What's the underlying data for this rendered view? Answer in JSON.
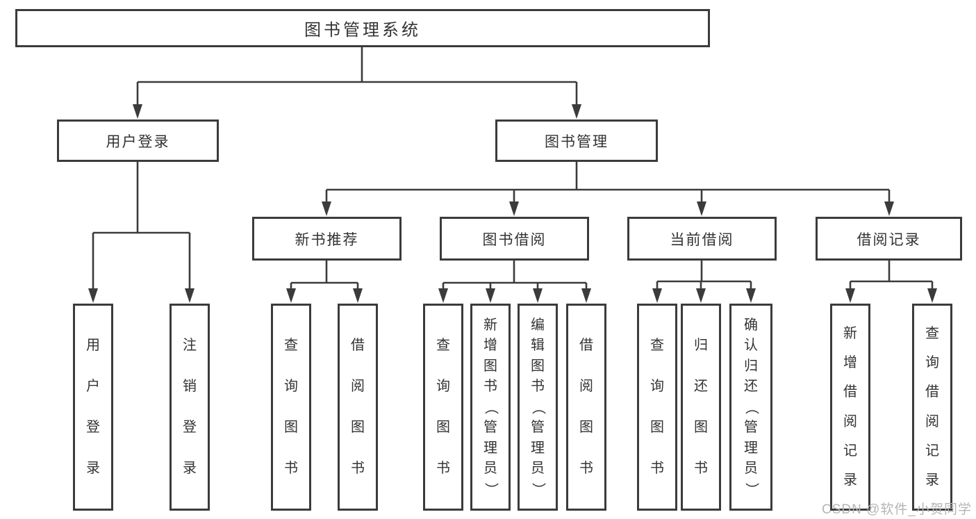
{
  "diagram": {
    "root": {
      "label": "图书管理系统"
    },
    "level2": {
      "user_login": {
        "label": "用户登录"
      },
      "book_management": {
        "label": "图书管理"
      }
    },
    "level3": {
      "new_book_recommend": {
        "label": "新书推荐"
      },
      "book_borrowing": {
        "label": "图书借阅"
      },
      "current_borrowing": {
        "label": "当前借阅"
      },
      "borrowing_records": {
        "label": "借阅记录"
      }
    },
    "leaves": {
      "user_login": [
        {
          "label": "用户登录"
        },
        {
          "label": "注销登录"
        }
      ],
      "new_book_recommend": [
        {
          "label": "查询图书"
        },
        {
          "label": "借阅图书"
        }
      ],
      "book_borrowing": [
        {
          "label": "查询图书"
        },
        {
          "label": "新增图书（管理员）"
        },
        {
          "label": "编辑图书（管理员）"
        },
        {
          "label": "借阅图书"
        }
      ],
      "current_borrowing": [
        {
          "label": "查询图书"
        },
        {
          "label": "归还图书"
        },
        {
          "label": "确认归还（管理员）"
        }
      ],
      "borrowing_records": [
        {
          "label": "新增借阅记录"
        },
        {
          "label": "查询借阅记录"
        }
      ]
    },
    "colors": {
      "line": "#3b3b3b",
      "text": "#333333",
      "watermark": "#b5b5b5",
      "background": "#ffffff"
    },
    "watermark": "CSDN @软件_小贺同学"
  }
}
